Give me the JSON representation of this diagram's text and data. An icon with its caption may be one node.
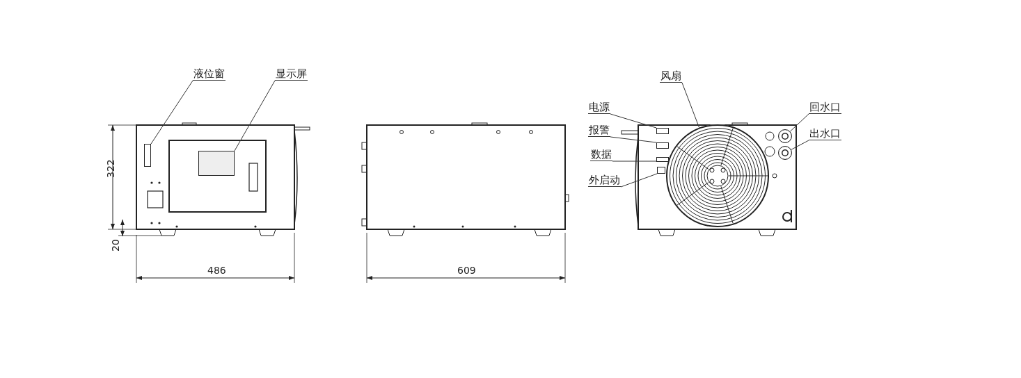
{
  "diagram": {
    "nodes": [
      {
        "text": [
          "液位窗"
        ]
      },
      {
        "text": [],
        "shape": "box"
      },
      {
        "text": [
          "显示屏"
        ]
      },
      {
        "text": [],
        "shape": "box"
      },
      {
        "text": [
          "电源"
        ]
      },
      {
        "text": [],
        "shape": "box"
      },
      {
        "text": [
          "报警"
        ]
      },
      {
        "text": [],
        "shape": "box"
      },
      {
        "text": [
          "数据"
        ]
      },
      {
        "text": [],
        "shape": "box"
      },
      {
        "text": [
          "外启动"
        ]
      },
      {
        "text": [],
        "shape": "box"
      },
      {
        "text": [
          "风扇"
        ]
      },
      {
        "text": [],
        "shape": "circle"
      },
      {
        "text": [
          "回水口"
        ]
      },
      {
        "text": [],
        "shape": "circle"
      },
      {
        "text": [
          "出水口"
        ]
      },
      {
        "text": [],
        "shape": "circle"
      }
    ],
    "edges": [
      {
        "from": 0,
        "to": 1,
        "arrow": "none"
      },
      {
        "from": 2,
        "to": 3,
        "arrow": "none"
      },
      {
        "from": 4,
        "to": 5,
        "arrow": "none"
      },
      {
        "from": 6,
        "to": 7,
        "arrow": "none"
      },
      {
        "from": 8,
        "to": 9,
        "arrow": "none"
      },
      {
        "from": 10,
        "to": 11,
        "arrow": "none"
      },
      {
        "from": 12,
        "to": 13,
        "arrow": "none"
      },
      {
        "from": 14,
        "to": 15,
        "arrow": "none"
      },
      {
        "from": 16,
        "to": 17,
        "arrow": "none"
      }
    ],
    "labels": [
      "322",
      "20",
      "486",
      "609"
    ]
  }
}
